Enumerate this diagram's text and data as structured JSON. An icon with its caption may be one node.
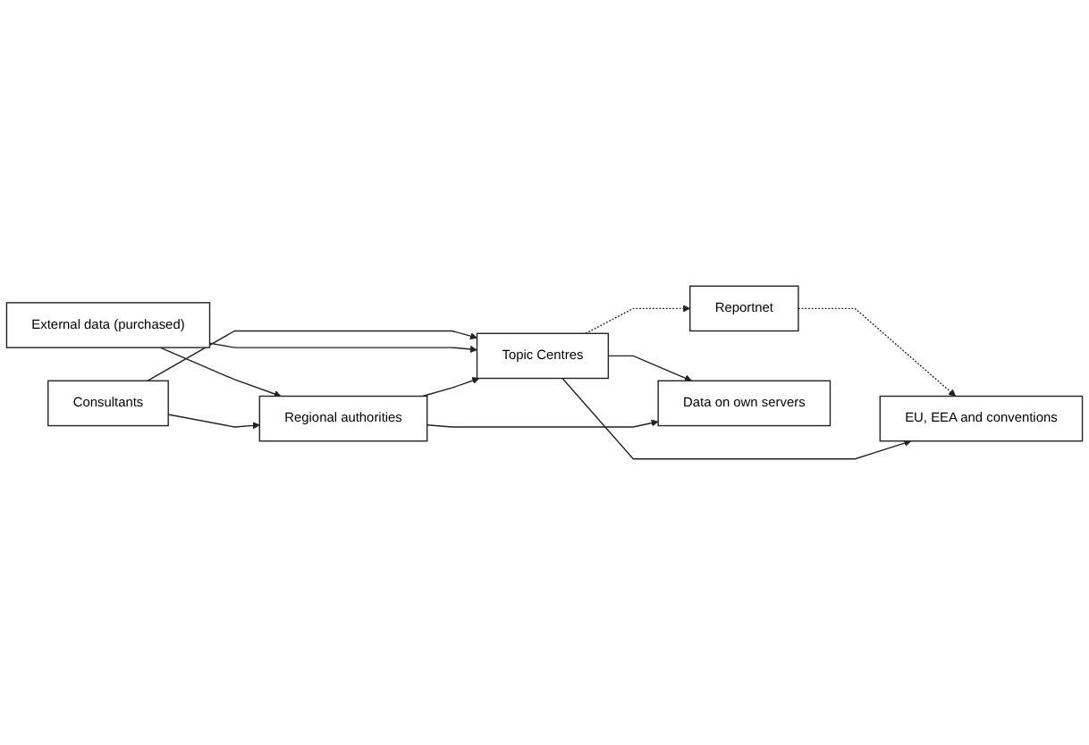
{
  "diagram": {
    "nodes": [
      {
        "text": [
          "Reportnet"
        ]
      },
      {
        "text": [
          "EU, EEA and conventions"
        ]
      },
      {
        "text": [
          "Topic Centres"
        ]
      },
      {
        "text": [
          "Data on own servers"
        ]
      },
      {
        "text": [
          "External data (purchased)"
        ]
      },
      {
        "text": [
          "Regional authorities"
        ]
      },
      {
        "text": [
          "Consultants"
        ]
      }
    ],
    "edges": [
      {
        "from": 0,
        "to": 1,
        "arrow": "to",
        "style": "dashed"
      },
      {
        "from": 2,
        "to": 0,
        "arrow": "to",
        "style": "dashed"
      },
      {
        "from": 2,
        "to": 1,
        "arrow": "to"
      },
      {
        "from": 2,
        "to": 3,
        "arrow": "to"
      },
      {
        "from": 6,
        "to": 2,
        "arrow": "to"
      },
      {
        "from": 5,
        "to": 3,
        "arrow": "to"
      },
      {
        "from": 4,
        "to": 2,
        "arrow": "to"
      },
      {
        "from": 4,
        "to": 5,
        "arrow": "to"
      },
      {
        "from": 5,
        "to": 2,
        "arrow": "to"
      },
      {
        "from": 6,
        "to": 5,
        "arrow": "to"
      }
    ]
  }
}
